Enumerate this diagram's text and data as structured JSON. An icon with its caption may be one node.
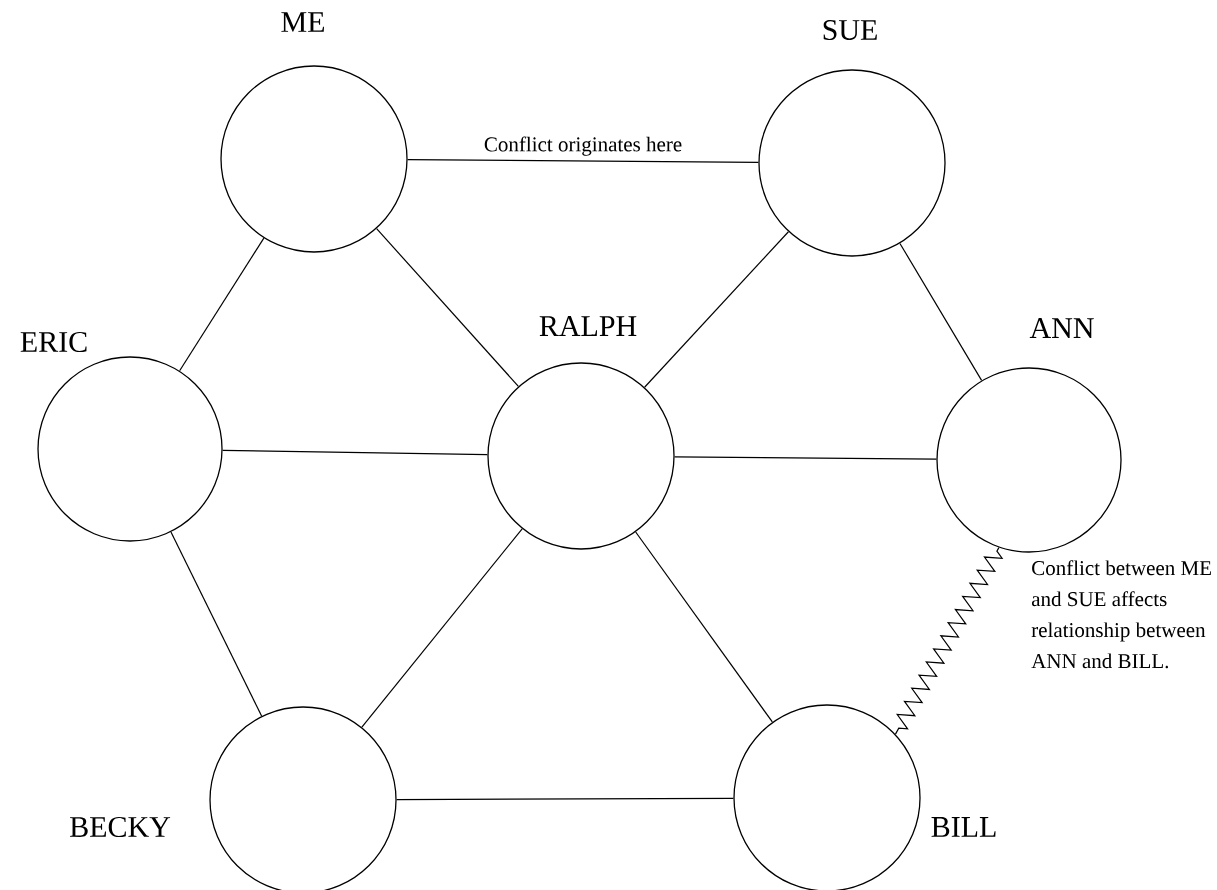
{
  "diagram": {
    "nodes": [
      {
        "text": [
          "ME"
        ]
      },
      {
        "text": [
          "SUE"
        ]
      },
      {
        "text": [
          "ERIC"
        ]
      },
      {
        "text": [
          "RALPH"
        ]
      },
      {
        "text": [
          "ANN"
        ]
      },
      {
        "text": [
          "BECKY"
        ]
      },
      {
        "text": [
          "BILL"
        ]
      }
    ],
    "edges": [
      {
        "from": 0,
        "to": 1,
        "arrow": "none",
        "label": "Conflict originates here"
      },
      {
        "from": 0,
        "to": 2,
        "arrow": "none"
      },
      {
        "from": 0,
        "to": 3,
        "arrow": "none"
      },
      {
        "from": 1,
        "to": 3,
        "arrow": "none"
      },
      {
        "from": 1,
        "to": 4,
        "arrow": "none"
      },
      {
        "from": 2,
        "to": 3,
        "arrow": "none"
      },
      {
        "from": 3,
        "to": 4,
        "arrow": "none"
      },
      {
        "from": 2,
        "to": 5,
        "arrow": "none"
      },
      {
        "from": 3,
        "to": 5,
        "arrow": "none"
      },
      {
        "from": 3,
        "to": 6,
        "arrow": "none"
      },
      {
        "from": 5,
        "to": 6,
        "arrow": "none"
      },
      {
        "from": 4,
        "to": 6,
        "arrow": "none"
      }
    ],
    "labels": [
      "Conflict between ME and SUE affects relationship between ANN and BILL."
    ]
  }
}
